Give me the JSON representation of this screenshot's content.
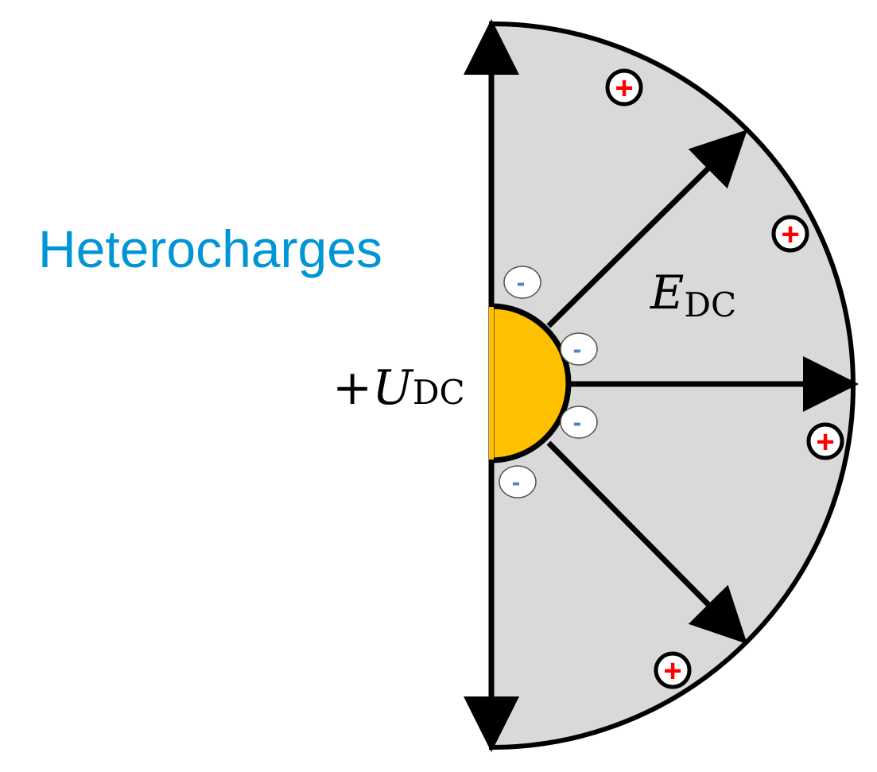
{
  "labels": {
    "heterocharges": "Heterocharges",
    "voltage_prefix": "+",
    "voltage_symbol": "U",
    "voltage_sub": "DC",
    "field_symbol": "E",
    "field_sub": "DC"
  },
  "charges": {
    "positive_sign": "+",
    "negative_sign": "-"
  },
  "colors": {
    "region_fill": "#d9d9d9",
    "electrode": "#ffc000",
    "outline": "#000000",
    "heterocharge_text": "#0096d6",
    "positive_charge": "#ff0000",
    "negative_charge": "#4a86c8"
  }
}
